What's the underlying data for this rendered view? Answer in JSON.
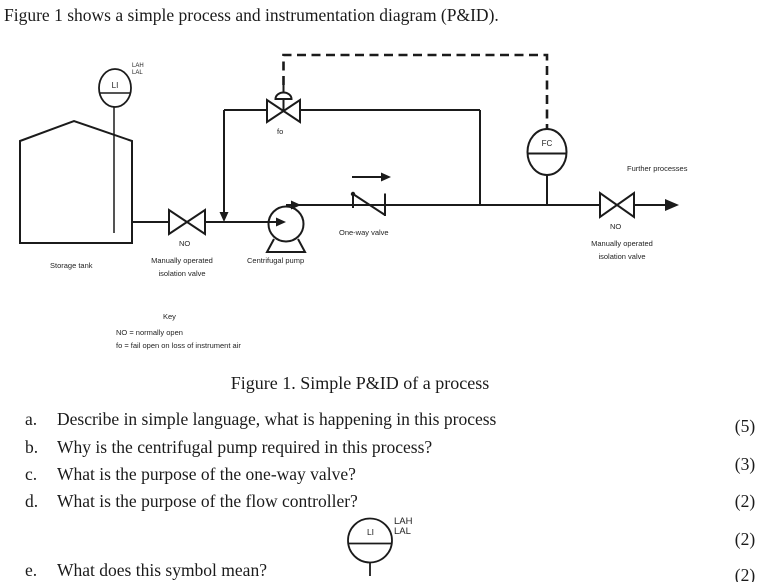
{
  "header": {
    "intro": "Figure 1 shows a simple process and instrumentation diagram (P&ID)."
  },
  "figure": {
    "caption": "Figure 1. Simple P&ID of a process"
  },
  "diagram": {
    "instruments": {
      "level_indicator": {
        "tag": "LI",
        "alarm_high": "LAH",
        "alarm_low": "LAL"
      },
      "flow_controller": {
        "tag": "FC"
      }
    },
    "labels": {
      "storage_tank": "Storage tank",
      "left_valve_no": "NO",
      "left_valve_line1": "Manually operated",
      "left_valve_line2": "isolation valve",
      "centrifugal_pump": "Centrifugal pump",
      "one_way_valve": "One-way valve",
      "control_valve_fo": "fo",
      "further_processes": "Further processes",
      "right_valve_no": "NO",
      "right_valve_line1": "Manually operated",
      "right_valve_line2": "isolation valve"
    },
    "key": {
      "title": "Key",
      "no_def": "NO = normally open",
      "fo_def": "fo = fail open on loss of instrument air"
    }
  },
  "questions": {
    "a": {
      "letter": "a.",
      "text": "Describe in simple language, what is happening in this process",
      "marks": "(5)"
    },
    "b": {
      "letter": "b.",
      "text": "Why is the centrifugal pump required in this process?",
      "marks": "(3)"
    },
    "c": {
      "letter": "c.",
      "text": "What is the purpose of the one-way valve?",
      "marks": "(2)"
    },
    "d": {
      "letter": "d.",
      "text": "What is the purpose of the flow controller?",
      "marks": "(2)"
    },
    "e": {
      "letter": "e.",
      "text": "What does this symbol mean?",
      "marks": "(2)"
    }
  },
  "inline_symbol": {
    "tag": "LI",
    "alarm_high": "LAH",
    "alarm_low": "LAL"
  }
}
